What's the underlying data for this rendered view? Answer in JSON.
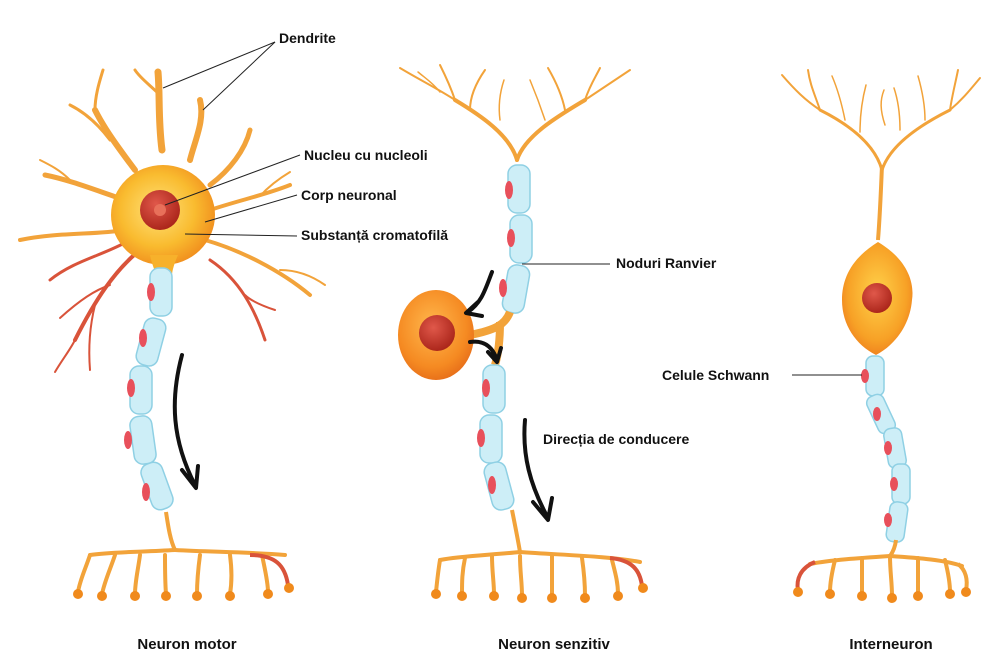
{
  "labels": {
    "dendrite": "Dendrite",
    "nucleu": "Nucleu cu nucleoli",
    "corp": "Corp neuronal",
    "substanta": "Substanță cromatofilă",
    "noduri": "Noduri Ranvier",
    "directia": "Direcția de conducere",
    "celule": "Celule Schwann"
  },
  "captions": {
    "motor": "Neuron motor",
    "senzitiv": "Neuron senzitiv",
    "interneuron": "Interneuron"
  },
  "colors": {
    "dendrite_orange": "#f2a33a",
    "dendrite_red": "#d9533a",
    "soma_outer": "#f7b12b",
    "soma_inner": "#ffdc5c",
    "nucleus": "#c0392b",
    "myelin": "#cdeef7",
    "myelin_edge": "#8fd0e4",
    "schwann_nucleus": "#e8505b",
    "arrow": "#111111"
  }
}
